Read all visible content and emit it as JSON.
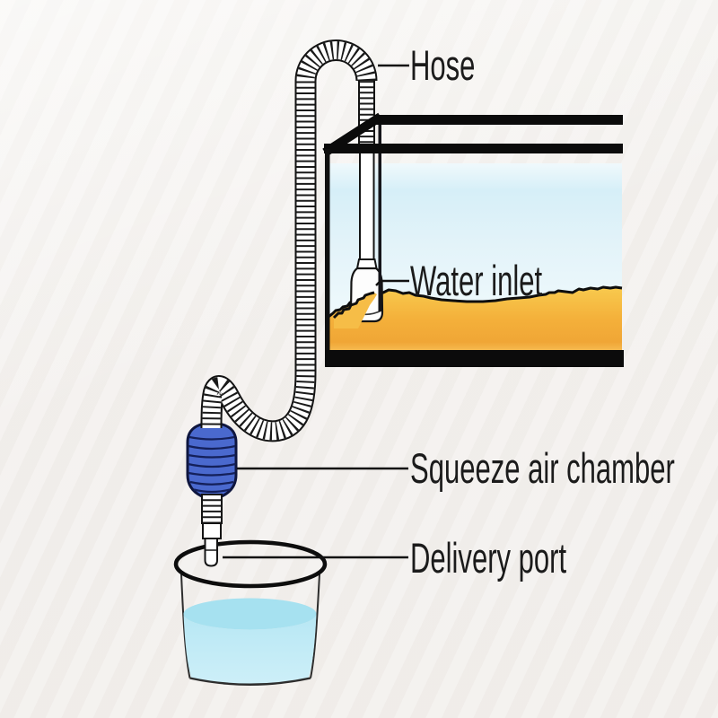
{
  "diagram": {
    "labels": {
      "hose": "Hose",
      "water_inlet": "Water inlet",
      "squeeze_air_chamber": "Squeeze air chamber",
      "delivery_port": "Delivery port"
    },
    "colors": {
      "background": "#f3f0ed",
      "tank_water": "#d6eff8",
      "sand": "#f4b03a",
      "sand_light": "#f8ca4e",
      "chamber_blue": "#4a69ce",
      "cup_water": "#cdeff8",
      "cup_water_surface": "#a6e1f0",
      "outline": "#0d0d0d",
      "label_text": "#1b1b1b"
    }
  }
}
